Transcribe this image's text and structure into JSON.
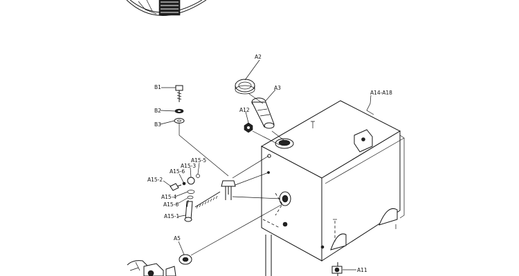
{
  "labels": {
    "a2": "A2",
    "a3": "A3",
    "a12": "A12",
    "a14_a18": "A14-A18",
    "b1": "B1",
    "b2": "B2",
    "b3": "B3",
    "a15_5": "A15-5",
    "a15_3": "A15-3",
    "a15_6a": "A15-6",
    "a15_2": "A15-2",
    "a15_4": "A15-4",
    "a15_6b": "A15-6",
    "a15_1": "A15-1",
    "a5": "A5",
    "a11": "A11"
  }
}
